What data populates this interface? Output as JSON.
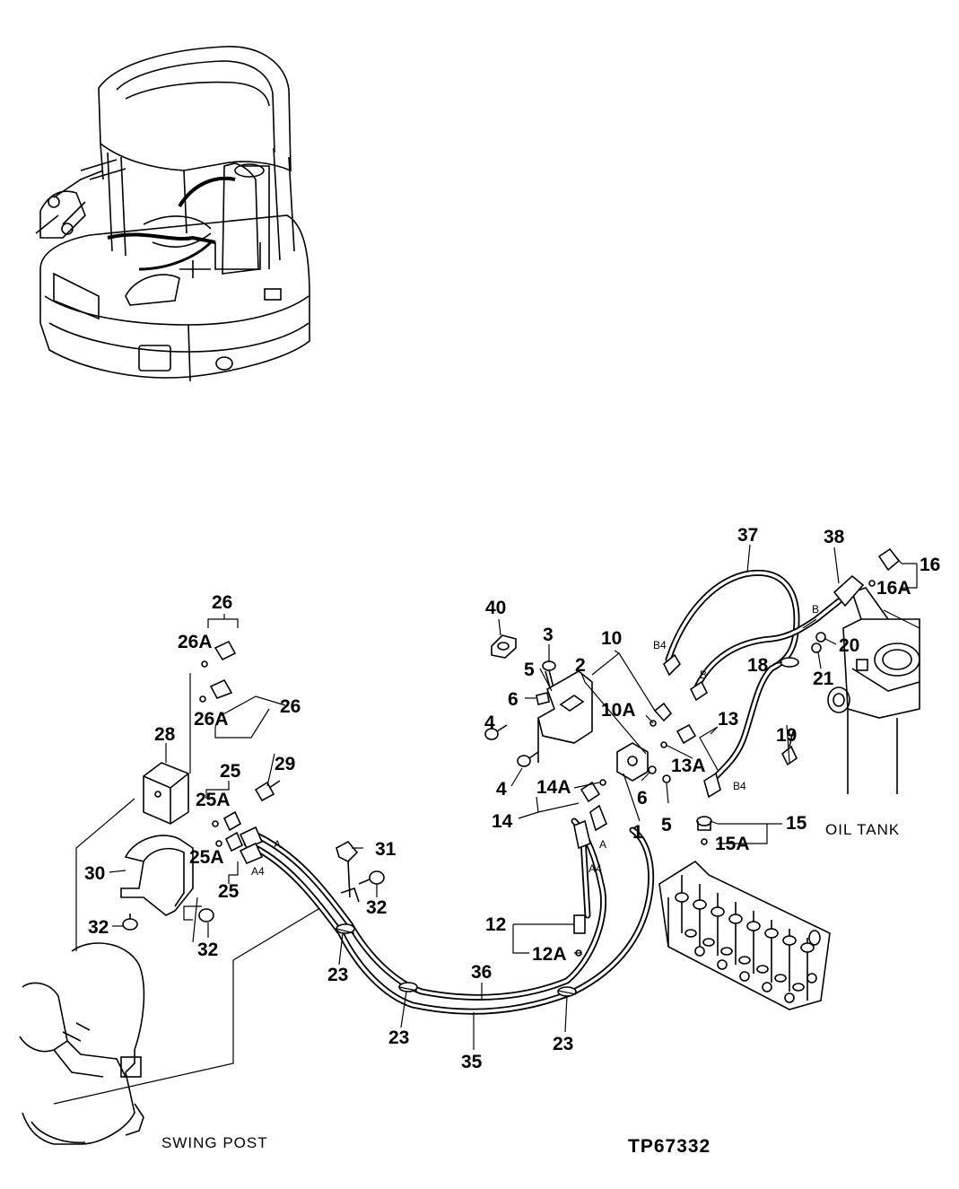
{
  "callouts": {
    "c1": "1",
    "c2": "2",
    "c3": "3",
    "c4a": "4",
    "c4b": "4",
    "c5a": "5",
    "c5b": "5",
    "c6a": "6",
    "c6b": "6",
    "c10": "10",
    "c10A": "10A",
    "c12": "12",
    "c12A": "12A",
    "c13": "13",
    "c13A": "13A",
    "c14": "14",
    "c14A": "14A",
    "c15": "15",
    "c15A": "15A",
    "c16": "16",
    "c16A": "16A",
    "c18": "18",
    "c19": "19",
    "c20": "20",
    "c21": "21",
    "c23a": "23",
    "c23b": "23",
    "c23c": "23",
    "c25a": "25",
    "c25b": "25",
    "c25A1": "25A",
    "c25A2": "25A",
    "c26a": "26",
    "c26b": "26",
    "c26A1": "26A",
    "c26A2": "26A",
    "c28": "28",
    "c29": "29",
    "c30": "30",
    "c31": "31",
    "c32a": "32",
    "c32b": "32",
    "c32c": "32",
    "c35": "35",
    "c36": "36",
    "c37": "37",
    "c38": "38",
    "c40": "40"
  },
  "ports": {
    "b4_top": "B4",
    "b_mid": "B",
    "b4_low": "B4",
    "b_right": "B",
    "a_left": "A",
    "a4_left": "A4",
    "a_mid": "A",
    "a4_mid": "A4"
  },
  "captions": {
    "swing_post": "SWING POST",
    "oil_tank": "OIL TANK"
  },
  "figure_code": "TP67332"
}
